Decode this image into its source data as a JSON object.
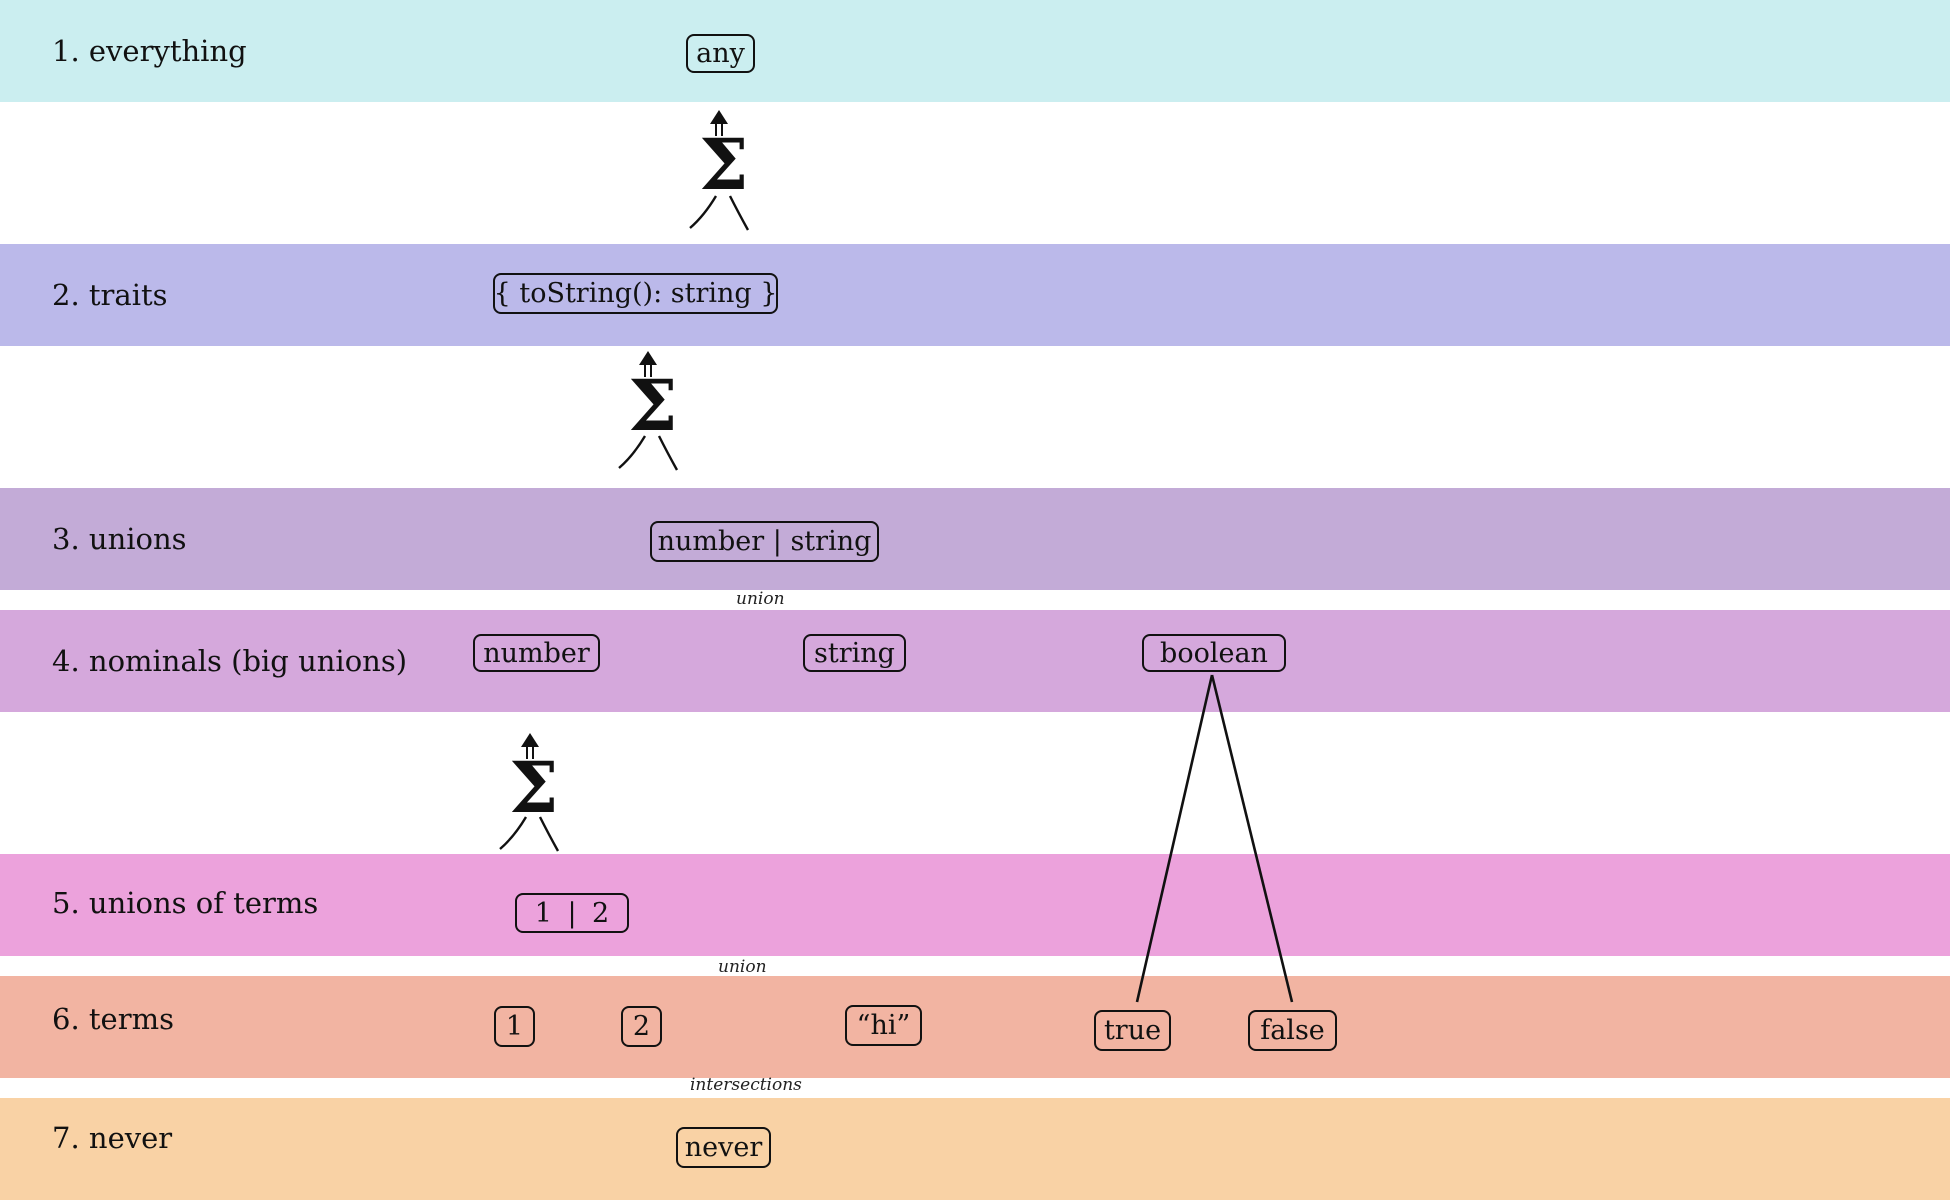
{
  "layers": [
    {
      "label": "1. everything",
      "color": "#cbeef0"
    },
    {
      "label": "2. traits",
      "color": "#bbb9ea"
    },
    {
      "label": "3. unions",
      "color": "#c3abd7"
    },
    {
      "label": "4. nominals (big unions)",
      "color": "#d5a8dc"
    },
    {
      "label": "5. unions of terms",
      "color": "#eca2dc"
    },
    {
      "label": "6. terms",
      "color": "#f2b4a2"
    },
    {
      "label": "7. never",
      "color": "#f9d2a5"
    }
  ],
  "nodes": {
    "any": "any",
    "trait": "{ toString(): string }",
    "number_string": "number | string",
    "number": "number",
    "string": "string",
    "boolean": "boolean",
    "one_two": {
      "left": "1",
      "sep": "|",
      "right": "2"
    },
    "one": "1",
    "two": "2",
    "hi": "“hi”",
    "true": "true",
    "false": "false",
    "never": "never"
  },
  "separators": {
    "unions_nominals": "union",
    "unions_terms": "union",
    "terms_never": "intersections"
  },
  "sigma_symbol": "Σ",
  "sigma_count": 3
}
